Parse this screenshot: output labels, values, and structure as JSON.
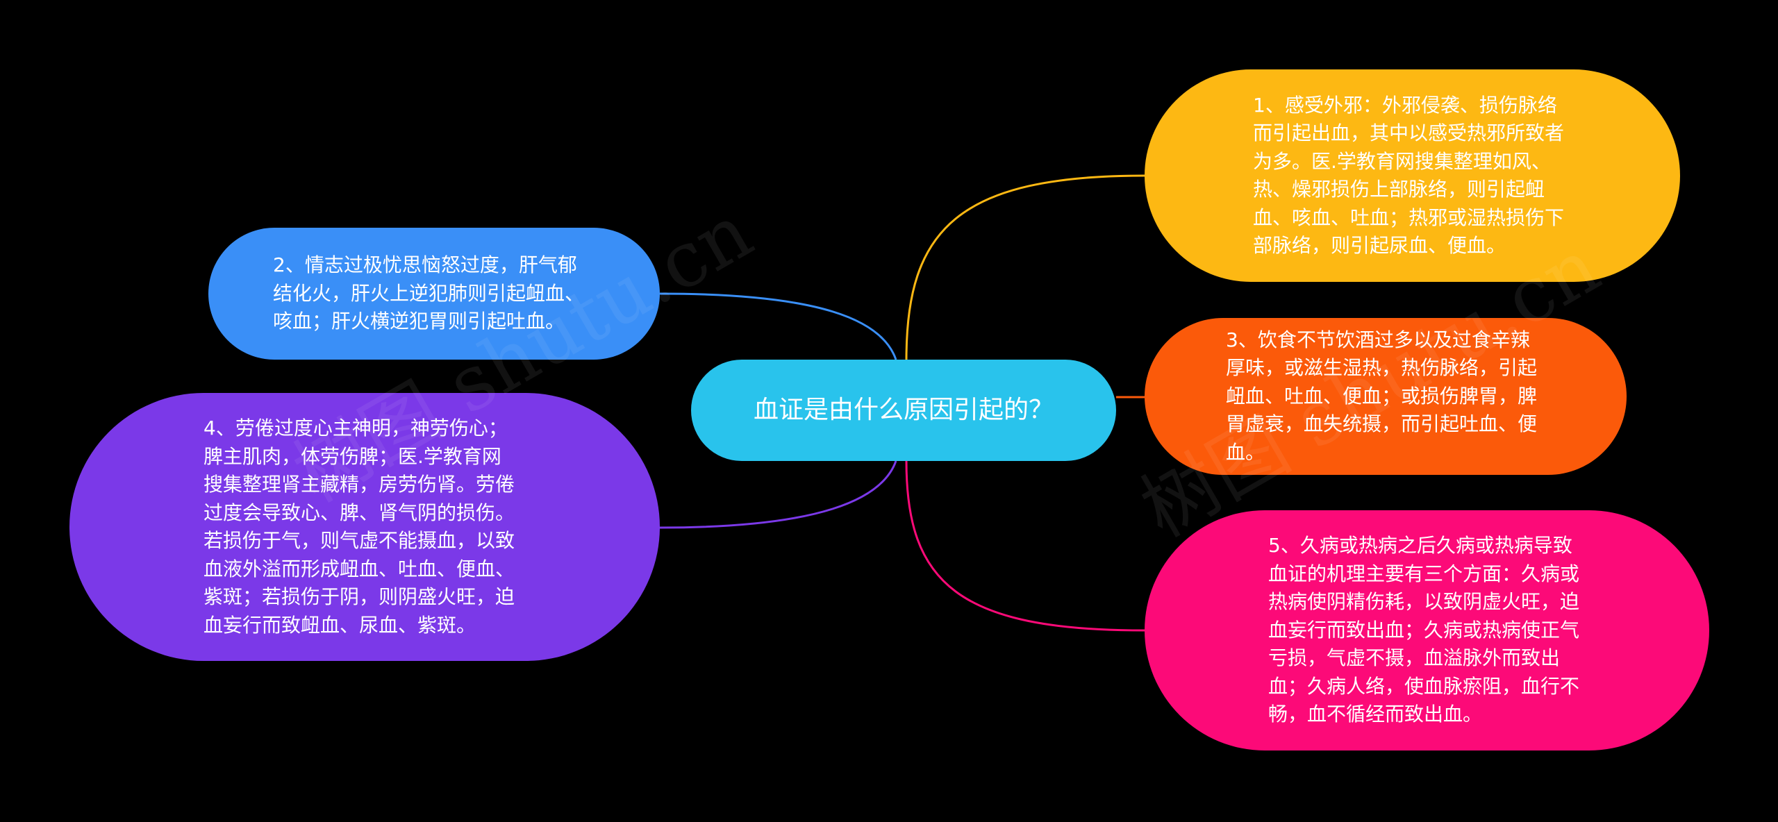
{
  "colors": {
    "background": "#000000",
    "center": "#29c3ec",
    "node1": "#fdb813",
    "node2": "#3a8ff7",
    "node3": "#fb5a0a",
    "node4": "#7b39e8",
    "node5": "#fc0a78"
  },
  "center": {
    "text": "血证是由什么原因引起的？"
  },
  "nodes": {
    "n1": "1、感受外邪：外邪侵袭、损伤脉络而引起出血，其中以感受热邪所致者为多。医.学教育网搜集整理如风、热、燥邪损伤上部脉络，则引起衄血、咳血、吐血；热邪或湿热损伤下部脉络，则引起尿血、便血。",
    "n2": "2、情志过极忧思恼怒过度，肝气郁结化火，肝火上逆犯肺则引起衄血、咳血；肝火横逆犯胃则引起吐血。",
    "n3": "3、饮食不节饮酒过多以及过食辛辣厚味，或滋生湿热，热伤脉络，引起衄血、吐血、便血；或损伤脾胃，脾胃虚衰，血失统摄，而引起吐血、便血。",
    "n4": "4、劳倦过度心主神明，神劳伤心；脾主肌肉，体劳伤脾；医.学教育网搜集整理肾主藏精，房劳伤肾。劳倦过度会导致心、脾、肾气阴的损伤。若损伤于气，则气虚不能摄血，以致血液外溢而形成衄血、吐血、便血、紫斑；若损伤于阴，则阴盛火旺，迫血妄行而致衄血、尿血、紫斑。",
    "n5": "5、久病或热病之后久病或热病导致血证的机理主要有三个方面：久病或热病使阴精伤耗，以致阴虚火旺，迫血妄行而致出血；久病或热病使正气亏损，气虚不摄，血溢脉外而致出血；久病人络，使血脉瘀阻，血行不畅，血不循经而致出血。"
  },
  "watermark": {
    "left": "树图 shutu.cn",
    "right": "树图 shutu.cn"
  }
}
